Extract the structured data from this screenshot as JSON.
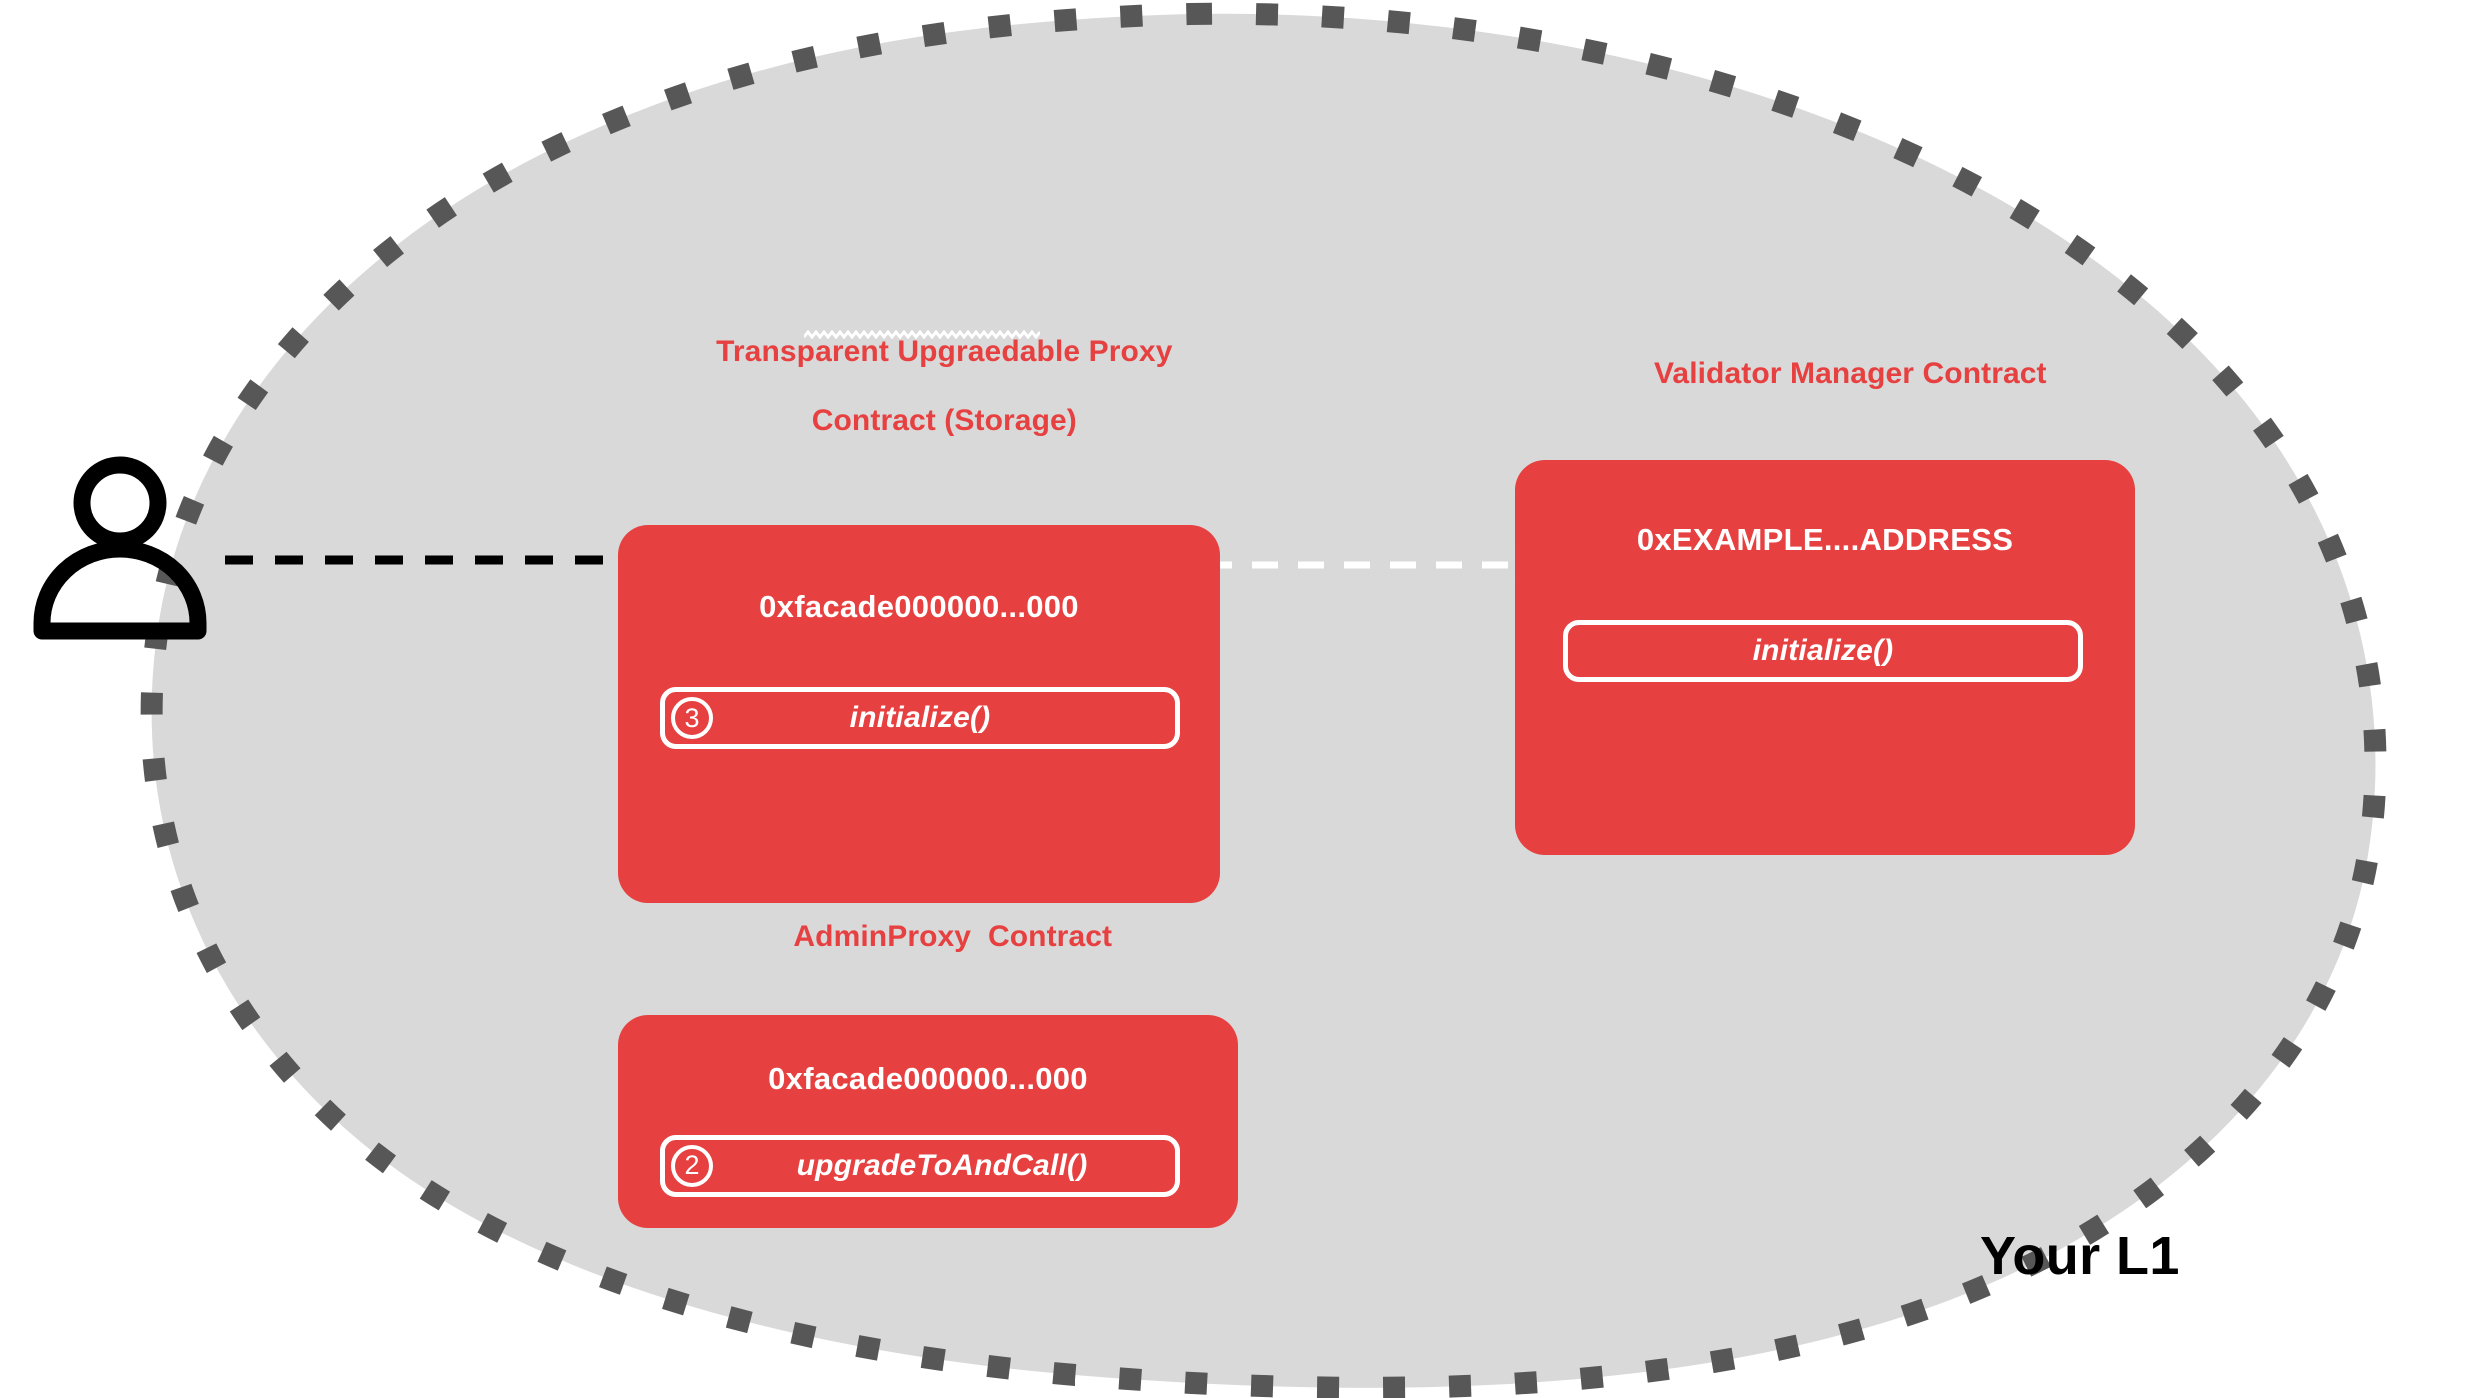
{
  "diagram": {
    "region": {
      "label": "Your L1",
      "fill_color": "#D9D9D9",
      "border_color": "#575757",
      "border_style": "dashed-squares"
    },
    "actor": {
      "icon": "person-icon",
      "name": "user-actor"
    },
    "accent_color": "#E74040",
    "text_on_card_color": "#FFFFFF",
    "contracts": [
      {
        "id": "transparent-upgradeable-proxy",
        "title_line1": "Transparent Upgraedable Proxy",
        "title_line2": "Contract (Storage)",
        "title_has_spellcheck_squiggle": true,
        "address": "0xfacade000000...000",
        "methods": [
          {
            "step": "3",
            "label": "initialize()"
          }
        ]
      },
      {
        "id": "validator-manager",
        "title_line1": "Validator Manager Contract",
        "title_line2": "",
        "title_has_spellcheck_squiggle": false,
        "address": "0xEXAMPLE....ADDRESS",
        "methods": [
          {
            "step": "",
            "label": "initialize()"
          }
        ]
      },
      {
        "id": "admin-proxy",
        "title_line1": "AdminProxy  Contract",
        "title_line2": "",
        "title_has_spellcheck_squiggle": false,
        "address": "0xfacade000000...000",
        "methods": [
          {
            "step": "2",
            "label": "upgradeToAndCall()"
          }
        ]
      }
    ],
    "connections": [
      {
        "id": "user-to-proxy-initialize",
        "from": "user-actor",
        "to": "transparent-upgradeable-proxy.initialize",
        "style": "dashed",
        "color": "#000000"
      },
      {
        "id": "proxy-initialize-to-validator-initialize",
        "from": "transparent-upgradeable-proxy.initialize",
        "to": "validator-manager.initialize",
        "style": "dashed",
        "color": "#FFFFFF"
      }
    ]
  }
}
